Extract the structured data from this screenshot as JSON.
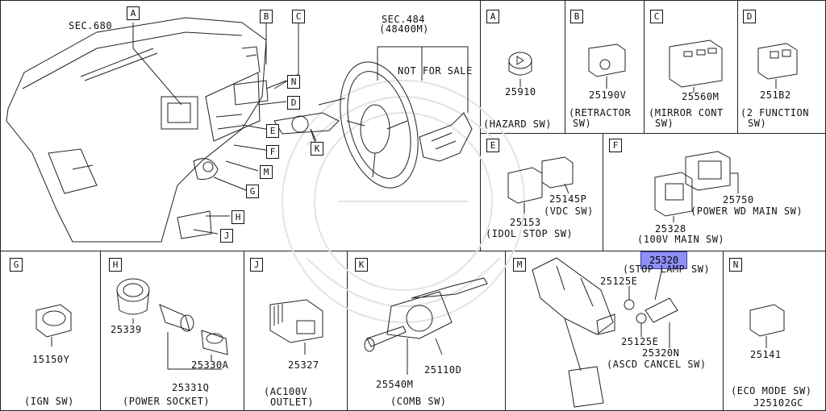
{
  "overview": {
    "sec_680": "SEC.680",
    "sec_484": "SEC.484",
    "sec_484_part": "(48400M)",
    "not_for_sale": "NOT FOR SALE",
    "callouts": [
      "A",
      "B",
      "C",
      "N",
      "D",
      "E",
      "F",
      "M",
      "G",
      "H",
      "J",
      "K"
    ]
  },
  "panels": {
    "A": {
      "letter": "A",
      "part": "25910",
      "name": "(HAZARD SW)"
    },
    "B": {
      "letter": "B",
      "part": "25190V",
      "name_l1": "(RETRACTOR",
      "name_l2": "SW)"
    },
    "C": {
      "letter": "C",
      "part": "25560M",
      "name_l1": "(MIRROR CONT",
      "name_l2": "SW)"
    },
    "D": {
      "letter": "D",
      "part": "251B2",
      "name_l1": "(2 FUNCTION",
      "name_l2": "SW)"
    },
    "E": {
      "letter": "E",
      "part1": "25145P",
      "part1_name": "(VDC SW)",
      "part2": "25153",
      "part2_name": "(IDOL STOP SW)"
    },
    "F": {
      "letter": "F",
      "part1": "25750",
      "part1_name": "(POWER WD MAIN SW)",
      "part2": "25328",
      "part2_name": "(100V MAIN SW)"
    },
    "G": {
      "letter": "G",
      "part": "15150Y",
      "name": "(IGN SW)"
    },
    "H": {
      "letter": "H",
      "part1": "25339",
      "part2": "25330A",
      "part3": "25331Q",
      "name": "(POWER SOCKET)"
    },
    "J": {
      "letter": "J",
      "part": "25327",
      "name_l1": "(AC100V",
      "name_l2": "OUTLET)"
    },
    "K": {
      "letter": "K",
      "part1": "25540M",
      "part2": "25110D",
      "name": "(COMB SW)"
    },
    "M": {
      "letter": "M",
      "part_hl": "25320",
      "part_hl_name": "(STOP LAMP SW)",
      "part2": "25125E",
      "part3": "25125E",
      "part4": "25320N",
      "part4_name": "(ASCD CANCEL SW)"
    },
    "N": {
      "letter": "N",
      "part": "25141",
      "name": "(ECO MODE SW)"
    }
  },
  "diagram_code": "J25102GC",
  "colors": {
    "line": "#222222",
    "highlight": "#8f8ff5",
    "highlight_border": "#3a3aa8"
  }
}
